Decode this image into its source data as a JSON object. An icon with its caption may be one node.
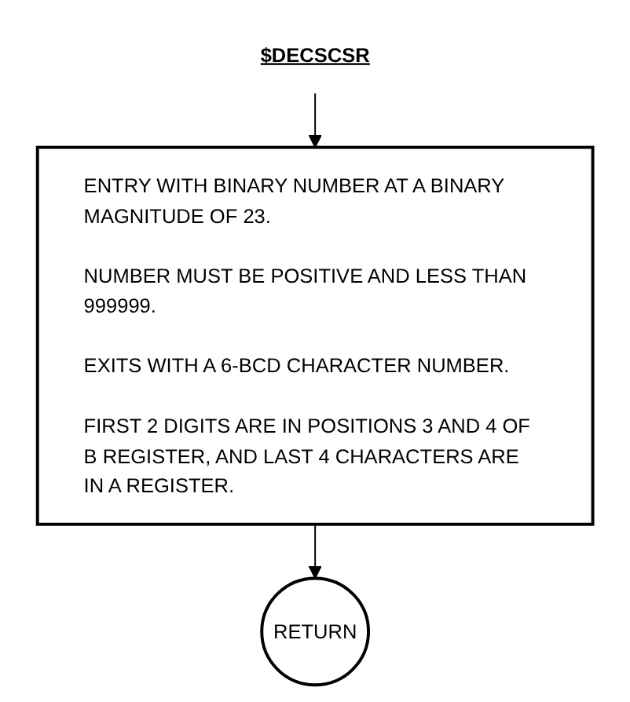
{
  "diagram": {
    "nodes": [
      {
        "text": [
          "$DECSCSR"
        ]
      },
      {
        "text": [
          "ENTRY WITH BINARY NUMBER AT A BINARY MAGNITUDE OF 23.",
          "NUMBER MUST BE POSITIVE AND LESS THAN 999999.",
          "EXITS WITH A 6-BCD CHARACTER NUMBER.",
          "FIRST 2 DIGITS ARE IN POSITIONS 3 AND 4 OF B REGISTER, AND LAST 4 CHARACTERS ARE IN A REGISTER."
        ]
      },
      {
        "text": [
          "RETURN"
        ]
      }
    ],
    "edges": [
      {
        "from": 0,
        "to": 1,
        "arrow": "to"
      },
      {
        "from": 1,
        "to": 2,
        "arrow": "to"
      }
    ]
  }
}
